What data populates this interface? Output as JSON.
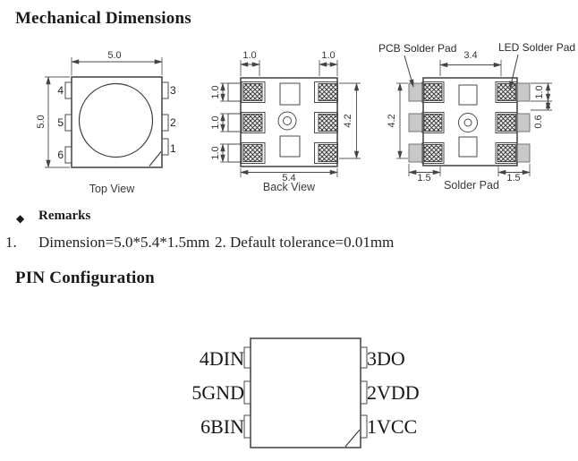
{
  "document": {
    "title_mechanical": "Mechanical Dimensions",
    "remarks": {
      "bullet": "◆",
      "title": "Remarks",
      "item1_num": "1.",
      "item1_text": "Dimension=5.0*5.4*1.5mm",
      "item2_text": "2. Default tolerance=0.01mm"
    },
    "title_pin": "PIN Configuration"
  },
  "top_view": {
    "caption": "Top View",
    "dim_width": "5.0",
    "dim_height": "5.0",
    "pins_left": [
      "4",
      "5",
      "6"
    ],
    "pins_right": [
      "3",
      "2",
      "1"
    ]
  },
  "back_view": {
    "caption": "Back View",
    "dim_col_left": "1.0",
    "dim_col_right": "1.0",
    "dim_rows": [
      "1.0",
      "1.0",
      "1.0"
    ],
    "dim_width": "5.4",
    "dim_height": "4.2"
  },
  "solder_pad": {
    "caption": "Solder Pad",
    "label_pcb_pad": "PCB Solder Pad",
    "label_led_pad": "LED Solder Pad",
    "dim_inner": "3.4",
    "dim_height": "4.2",
    "dim_pad_h": "1.0",
    "dim_gap": "0.6",
    "dim_pad_w_left": "1.5",
    "dim_pad_w_right": "1.5"
  },
  "pin_config": {
    "pins_left": [
      "4DIN",
      "5GND",
      "6BIN"
    ],
    "pins_right": [
      "3DO",
      "2VDD",
      "1VCC"
    ]
  },
  "colors": {
    "line": "#3f3f3f",
    "pad_gray": "#c8c8c8",
    "text": "#1a1a1a"
  }
}
